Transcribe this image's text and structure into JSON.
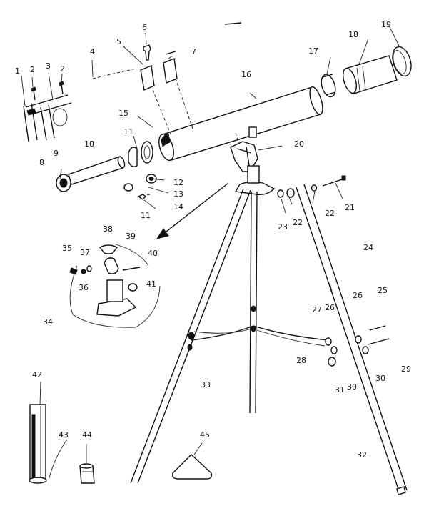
{
  "part_labels": [
    "1",
    "2",
    "2",
    "3",
    "4",
    "5",
    "6",
    "7",
    "8",
    "9",
    "10",
    "11",
    "11",
    "12",
    "13",
    "14",
    "15",
    "16",
    "17",
    "18",
    "19",
    "20",
    "21",
    "22",
    "22",
    "23",
    "24",
    "25",
    "26",
    "26",
    "27",
    "28",
    "29",
    "30",
    "30",
    "31",
    "32",
    "33",
    "34",
    "35",
    "36",
    "37",
    "38",
    "39",
    "40",
    "41",
    "42",
    "43",
    "44",
    "45"
  ]
}
